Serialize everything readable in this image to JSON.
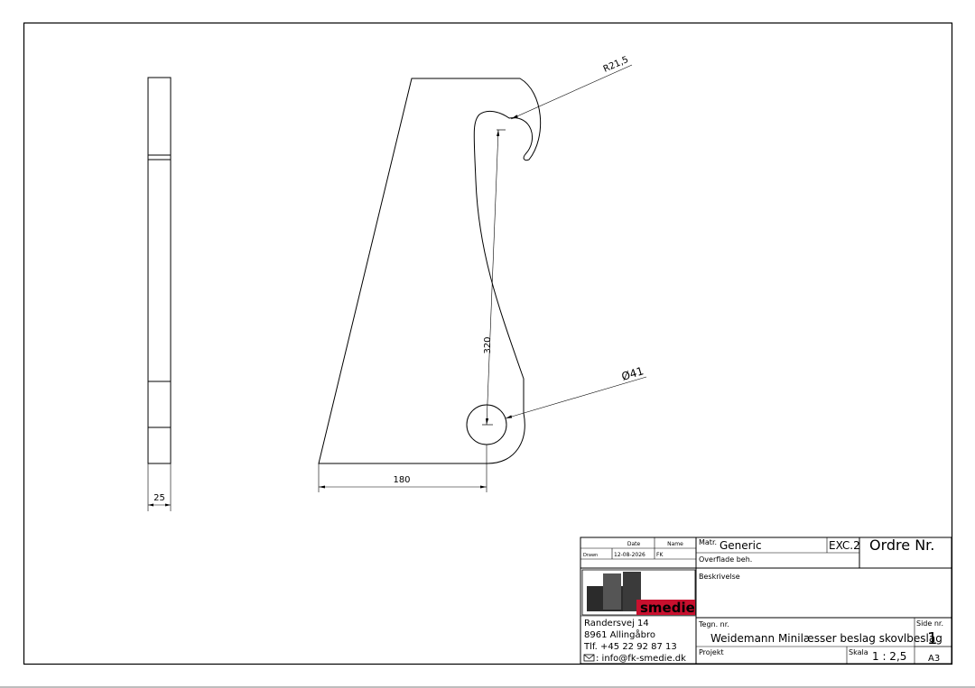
{
  "drawing": {
    "dimensions": {
      "radius": "R21,5",
      "diameter": "Ø41",
      "height": "320",
      "width": "180",
      "thickness": "25"
    }
  },
  "title_block": {
    "col_date": "Date",
    "col_name": "Name",
    "row_drawn": "Drawn",
    "drawn_date": "12-08-2026",
    "drawn_name": "FK",
    "matr_label": "Matr.",
    "matr_value": "Generic",
    "exc": "EXC.2",
    "order_label": "Ordre Nr.",
    "surface_label": "Overflade beh.",
    "description_label": "Beskrivelse",
    "logo_word": "smedie",
    "address": [
      "Randersvej 14",
      "8961 Allingåbro",
      "Tlf. +45 22 92 87 13"
    ],
    "email": ": info@fk-smedie.dk",
    "drawing_no_label": "Tegn. nr.",
    "drawing_title": "Weidemann Minilæsser beslag skovlbeslag",
    "page_label": "Side nr.",
    "page_no": "1",
    "project_label": "Projekt",
    "scale_label": "Skala",
    "scale_value": "1 : 2,5",
    "paper_size": "A3"
  }
}
